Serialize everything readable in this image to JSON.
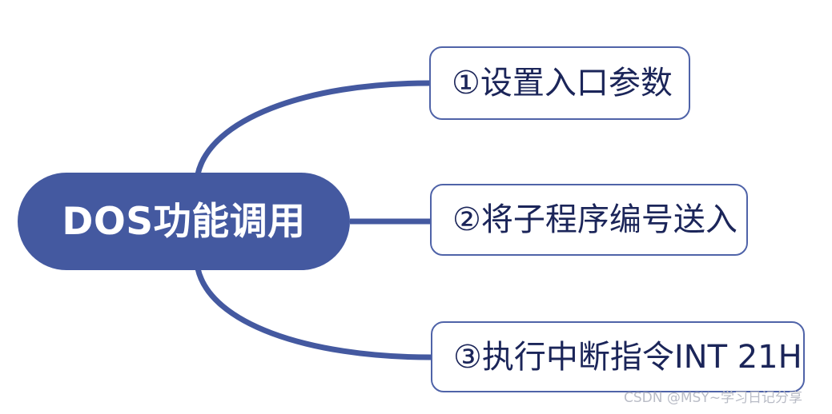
{
  "diagram": {
    "type": "mind-map",
    "background_color": "#ffffff",
    "accent_color": "#4459A0",
    "border_color": "#4F63A8",
    "branch_text_color": "#1B2559",
    "root_text_color": "#ffffff",
    "root": {
      "label": "DOS功能调用",
      "shape": "pill"
    },
    "branches": [
      {
        "index": "1",
        "label": "①设置入口参数",
        "connector": "curve-up"
      },
      {
        "index": "2",
        "label": "②将子程序编号送入",
        "connector": "straight"
      },
      {
        "index": "3",
        "label": "③执行中断指令INT 21H",
        "connector": "curve-down"
      }
    ]
  },
  "watermark": {
    "text": "CSDN @MSY~学习日记分享",
    "color": "#b9bcc6"
  }
}
